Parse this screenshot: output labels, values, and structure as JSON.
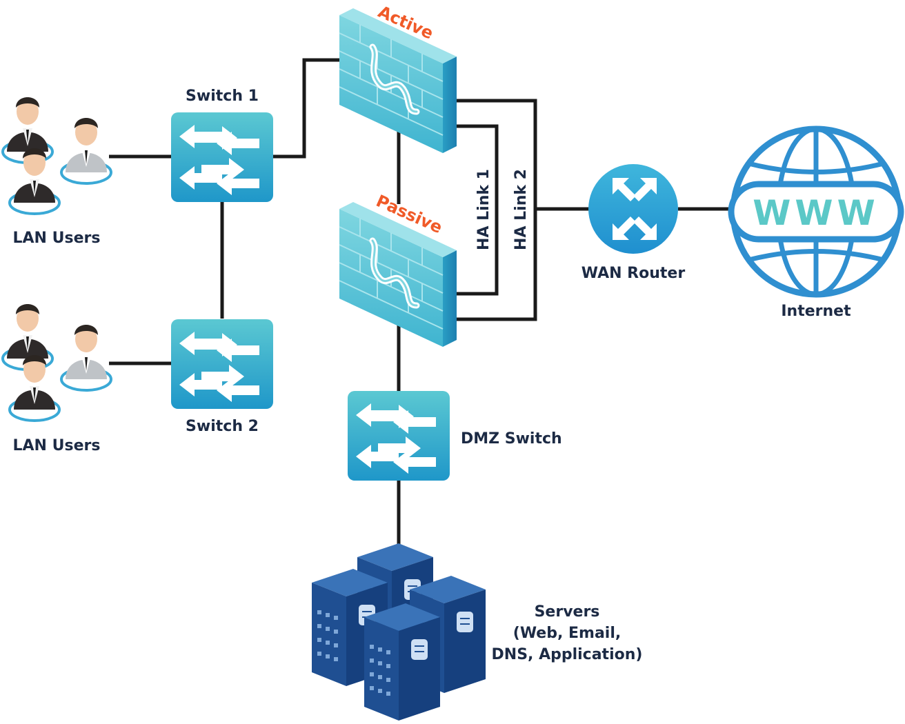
{
  "colors": {
    "line": "#1a1a1a",
    "label": "#1c2a44",
    "accent": "#f05a28",
    "switch_top": "#5bc8d2",
    "switch_bottom": "#1f97c9",
    "globe": "#2f8fd0",
    "www_text": "#5bc8c7",
    "server": "#1f4f92",
    "firewall": "#5fc7d6"
  },
  "nodes": {
    "lan_users_1": {
      "label": "LAN Users",
      "icon": "users-group-icon"
    },
    "lan_users_2": {
      "label": "LAN Users",
      "icon": "users-group-icon"
    },
    "switch_1": {
      "label": "Switch 1",
      "icon": "switch-icon"
    },
    "switch_2": {
      "label": "Switch 2",
      "icon": "switch-icon"
    },
    "firewall_active": {
      "label": "Active",
      "icon": "firewall-icon"
    },
    "firewall_passive": {
      "label": "Passive",
      "icon": "firewall-icon"
    },
    "ha_link_1": {
      "label": "HA Link 1"
    },
    "ha_link_2": {
      "label": "HA Link 2"
    },
    "wan_router": {
      "label": "WAN Router",
      "icon": "router-icon"
    },
    "internet": {
      "label": "Internet",
      "icon": "globe-icon",
      "globe_text": "WWW"
    },
    "dmz_switch": {
      "label": "DMZ Switch",
      "icon": "switch-icon"
    },
    "servers": {
      "label_lines": [
        "Servers",
        "(Web, Email,",
        "DNS, Application)"
      ],
      "icon": "server-cluster-icon"
    }
  }
}
